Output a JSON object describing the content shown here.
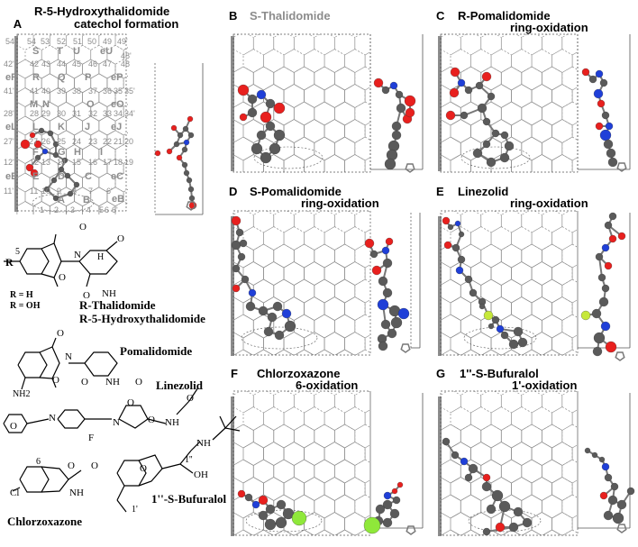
{
  "panels": {
    "A": {
      "letter": "A",
      "title_line1": "R-5-Hydroxythalidomide",
      "title_line2": "catechol formation"
    },
    "B": {
      "letter": "B",
      "title_line1": "S-Thalidomide",
      "title_line2": ""
    },
    "C": {
      "letter": "C",
      "title_line1": "R-Pomalidomide",
      "title_line2": "ring-oxidation"
    },
    "D": {
      "letter": "D",
      "title_line1": "S-Pomalidomide",
      "title_line2": "ring-oxidation"
    },
    "E": {
      "letter": "E",
      "title_line1": "Linezolid",
      "title_line2": "ring-oxidation"
    },
    "F": {
      "letter": "F",
      "title_line1": "Chlorzoxazone",
      "title_line2": "6-oxidation"
    },
    "G": {
      "letter": "G",
      "title_line1": "1''-S-Bufuralol",
      "title_line2": "1'-oxidation"
    }
  },
  "hex_grid_labels": {
    "top_numbers": [
      "54'",
      "54",
      "53",
      "52",
      "51",
      "50",
      "49",
      "49'"
    ],
    "row1": [
      "S",
      "T",
      "U",
      "eU"
    ],
    "row1_right": "48'",
    "row2": [
      "42'",
      "42",
      "43",
      "44",
      "45",
      "46",
      "47",
      "48"
    ],
    "row3": [
      "eR",
      "R",
      "Q",
      "P",
      "eP"
    ],
    "row4": [
      "41'",
      "41",
      "40",
      "39",
      "38",
      "37",
      "36",
      "35",
      "35'"
    ],
    "row5": [
      "M",
      "N",
      "O",
      "eO"
    ],
    "row6": [
      "28'",
      "28",
      "29",
      "30",
      "31",
      "32",
      "33",
      "34",
      "34'"
    ],
    "row7": [
      "eL",
      "L",
      "K",
      "J",
      "eJ"
    ],
    "row8": [
      "27'",
      "27",
      "26",
      "25",
      "24",
      "23",
      "22",
      "21",
      "20"
    ],
    "row9": [
      "F",
      "G",
      "H",
      "I"
    ],
    "row10": [
      "12'",
      "12",
      "13",
      "14",
      "15",
      "16",
      "17",
      "18",
      "19"
    ],
    "row11": [
      "eE",
      "E",
      "D",
      "C",
      "eC"
    ],
    "row12": [
      "11'",
      "11",
      "10",
      "9",
      "8",
      "7",
      "6'"
    ],
    "row13": [
      "eB",
      "A",
      "B"
    ],
    "bottom_numbers": [
      "1",
      "2",
      "3",
      "4",
      "5",
      "6",
      "6'"
    ]
  },
  "chem": {
    "r_label": "R",
    "pos5": "5",
    "r_eq_h": "R = H",
    "r_eq_oh": "R = OH",
    "thal_name": "R-Thalidomide",
    "hydroxythal_name": "R-5-Hydroxythalidomide",
    "poma_name": "Pomalidomide",
    "linezolid_name": "Linezolid",
    "chlorz_name": "Chlorzoxazone",
    "bufuralol_name": "1''-S-Bufuralol",
    "o": "O",
    "n": "N",
    "nh": "NH",
    "nh2": "NH2",
    "h": "H",
    "f": "F",
    "cl": "Cl",
    "oh": "OH",
    "six": "6",
    "one_pp": "1''",
    "one_p": "1'"
  },
  "colors": {
    "carbon": "#5a5a5a",
    "oxygen": "#e8201e",
    "nitrogen": "#1f3fd8",
    "fluorine": "#c6e83a",
    "chlorine": "#8fe83a",
    "grid": "#8c8c8c",
    "wall": "#8c8c8c"
  }
}
